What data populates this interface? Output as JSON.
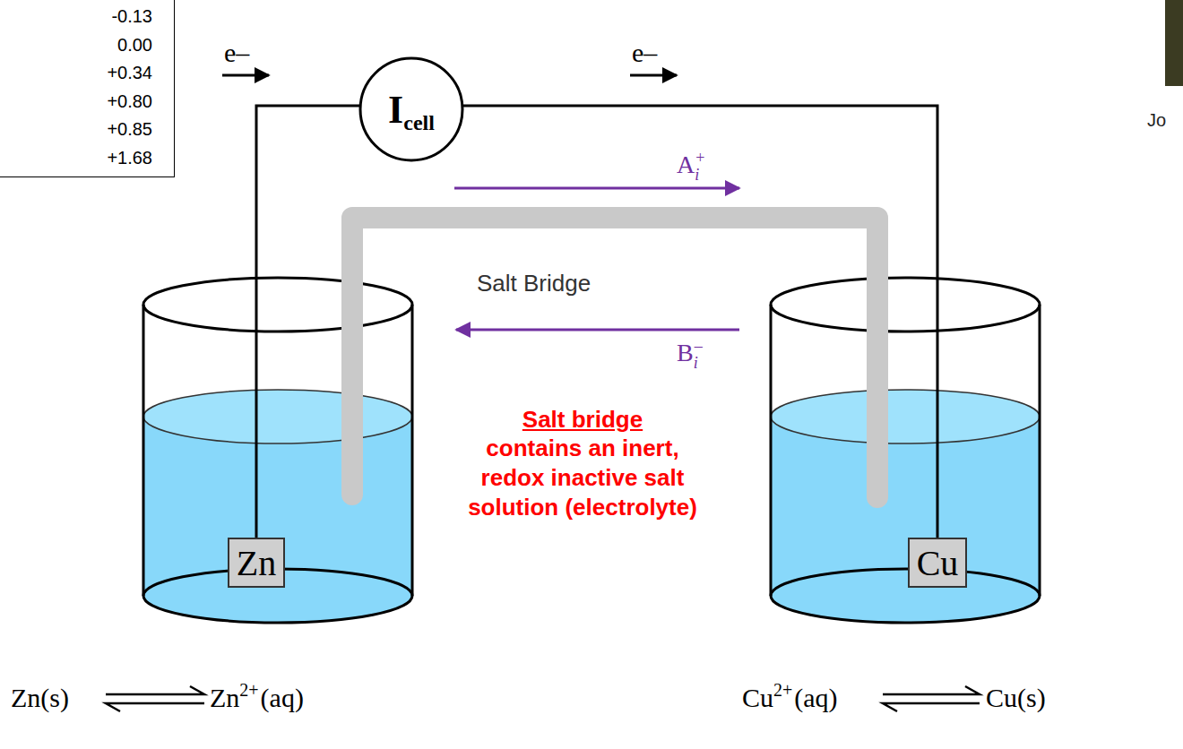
{
  "diagram": {
    "nodes": [
      {
        "text": [
          "-0.13",
          "0.00",
          "+0.34",
          "+0.80",
          "+0.85",
          "+1.68"
        ]
      },
      {
        "text": [
          "I",
          "cell"
        ]
      },
      {
        "text": [
          "Zn"
        ]
      },
      {
        "text": [
          "Cu"
        ]
      }
    ],
    "edges": [
      {
        "from": 2,
        "to": 1,
        "arrow": "none"
      },
      {
        "from": 1,
        "to": 3,
        "arrow": "none"
      }
    ],
    "labels": [
      "e–",
      "e–",
      "A",
      "i",
      "+",
      "Salt Bridge",
      "B",
      "i",
      "–",
      "Salt bridge",
      "contains an inert, redox inactive salt solution (electrolyte)",
      "Zn(s)",
      "Zn",
      "2+",
      "(aq)",
      "Cu",
      "2+",
      "(aq)",
      "Cu(s)",
      "Jo"
    ]
  }
}
